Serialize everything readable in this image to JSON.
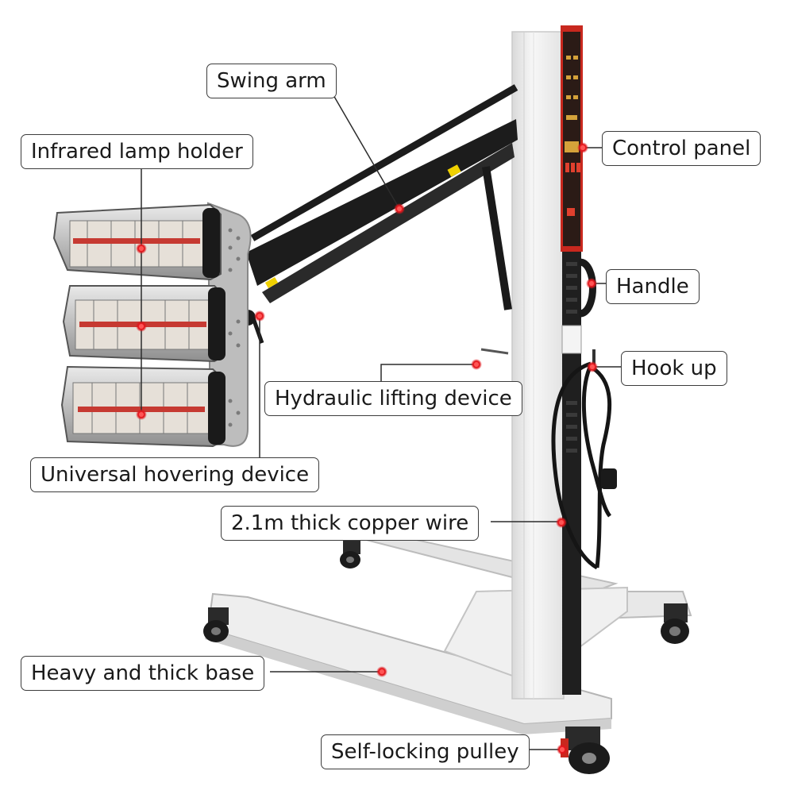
{
  "callouts": {
    "swing_arm": "Swing arm",
    "infrared_lamp_holder": "Infrared lamp holder",
    "control_panel": "Control panel",
    "handle": "Handle",
    "hook_up": "Hook up",
    "hydraulic_lifting_device": "Hydraulic lifting device",
    "universal_hovering_device": "Universal hovering device",
    "copper_wire": "2.1m thick copper wire",
    "heavy_base": "Heavy and thick base",
    "self_locking_pulley": "Self-locking pulley"
  },
  "colors": {
    "marker": "#e0161c",
    "column": "#f2f2f2",
    "arm": "#1c1c1c",
    "panel_red": "#c8281e",
    "lamp_glow": "#c63a32"
  }
}
